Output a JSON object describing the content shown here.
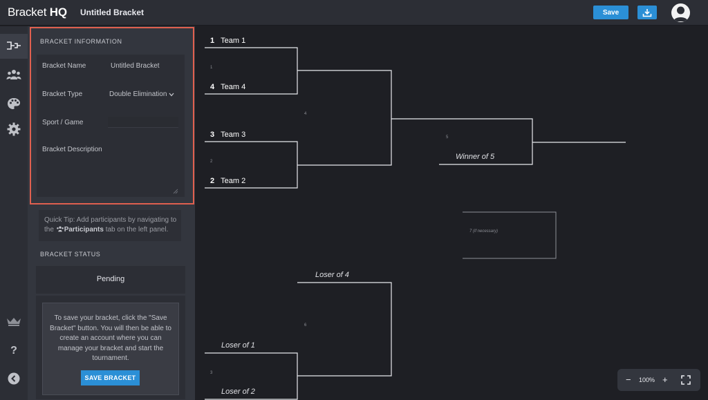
{
  "app": {
    "brand_light": "Bracket ",
    "brand_bold": "HQ",
    "document_title": "Untitled Bracket"
  },
  "toolbar": {
    "save_label": "Save",
    "download_icon": "download-icon",
    "avatar_icon": "user-avatar-icon"
  },
  "rail": {
    "items": [
      {
        "name": "bracket-icon",
        "active": true
      },
      {
        "name": "participants-icon",
        "active": false
      },
      {
        "name": "palette-icon",
        "active": false
      },
      {
        "name": "gear-icon",
        "active": false
      }
    ],
    "bottom": [
      {
        "name": "crown-icon"
      },
      {
        "name": "help-icon",
        "label": "?"
      },
      {
        "name": "collapse-icon"
      }
    ]
  },
  "panel": {
    "info_title": "BRACKET INFORMATION",
    "fields": {
      "name_label": "Bracket Name",
      "name_value": "Untitled Bracket",
      "type_label": "Bracket Type",
      "type_value": "Double Elimination",
      "sport_label": "Sport / Game",
      "sport_value": "",
      "description_label": "Bracket Description",
      "description_value": ""
    },
    "tip_prefix": "Quick Tip: Add participants by navigating to the ",
    "tip_link": "Participants",
    "tip_suffix": " tab on the left panel.",
    "status_title": "BRACKET STATUS",
    "status_value": "Pending",
    "save_note": "To save your bracket, click the \"Save Bracket\" button. You will then be able to create an account where you can manage your bracket and start the tournament.",
    "save_bracket_label": "SAVE BRACKET"
  },
  "bracket": {
    "teams": [
      {
        "seed": "1",
        "name": "Team 1"
      },
      {
        "seed": "4",
        "name": "Team 4"
      },
      {
        "seed": "3",
        "name": "Team 3"
      },
      {
        "seed": "2",
        "name": "Team 2"
      }
    ],
    "match_numbers": {
      "m1": "1",
      "m2": "2",
      "m4": "4",
      "m5": "5",
      "m3": "3",
      "m6": "6"
    },
    "winner_slot": "Winner of 5",
    "final_note": "7 (if necessary)",
    "loser_slots": {
      "top": "Loser of 4",
      "mid": "Loser of 1",
      "bottom": "Loser of 2"
    }
  },
  "zoom": {
    "level": "100%",
    "minus": "−",
    "plus": "+"
  },
  "colors": {
    "accent": "#2b8fd6",
    "highlight_border": "#e0604f"
  }
}
